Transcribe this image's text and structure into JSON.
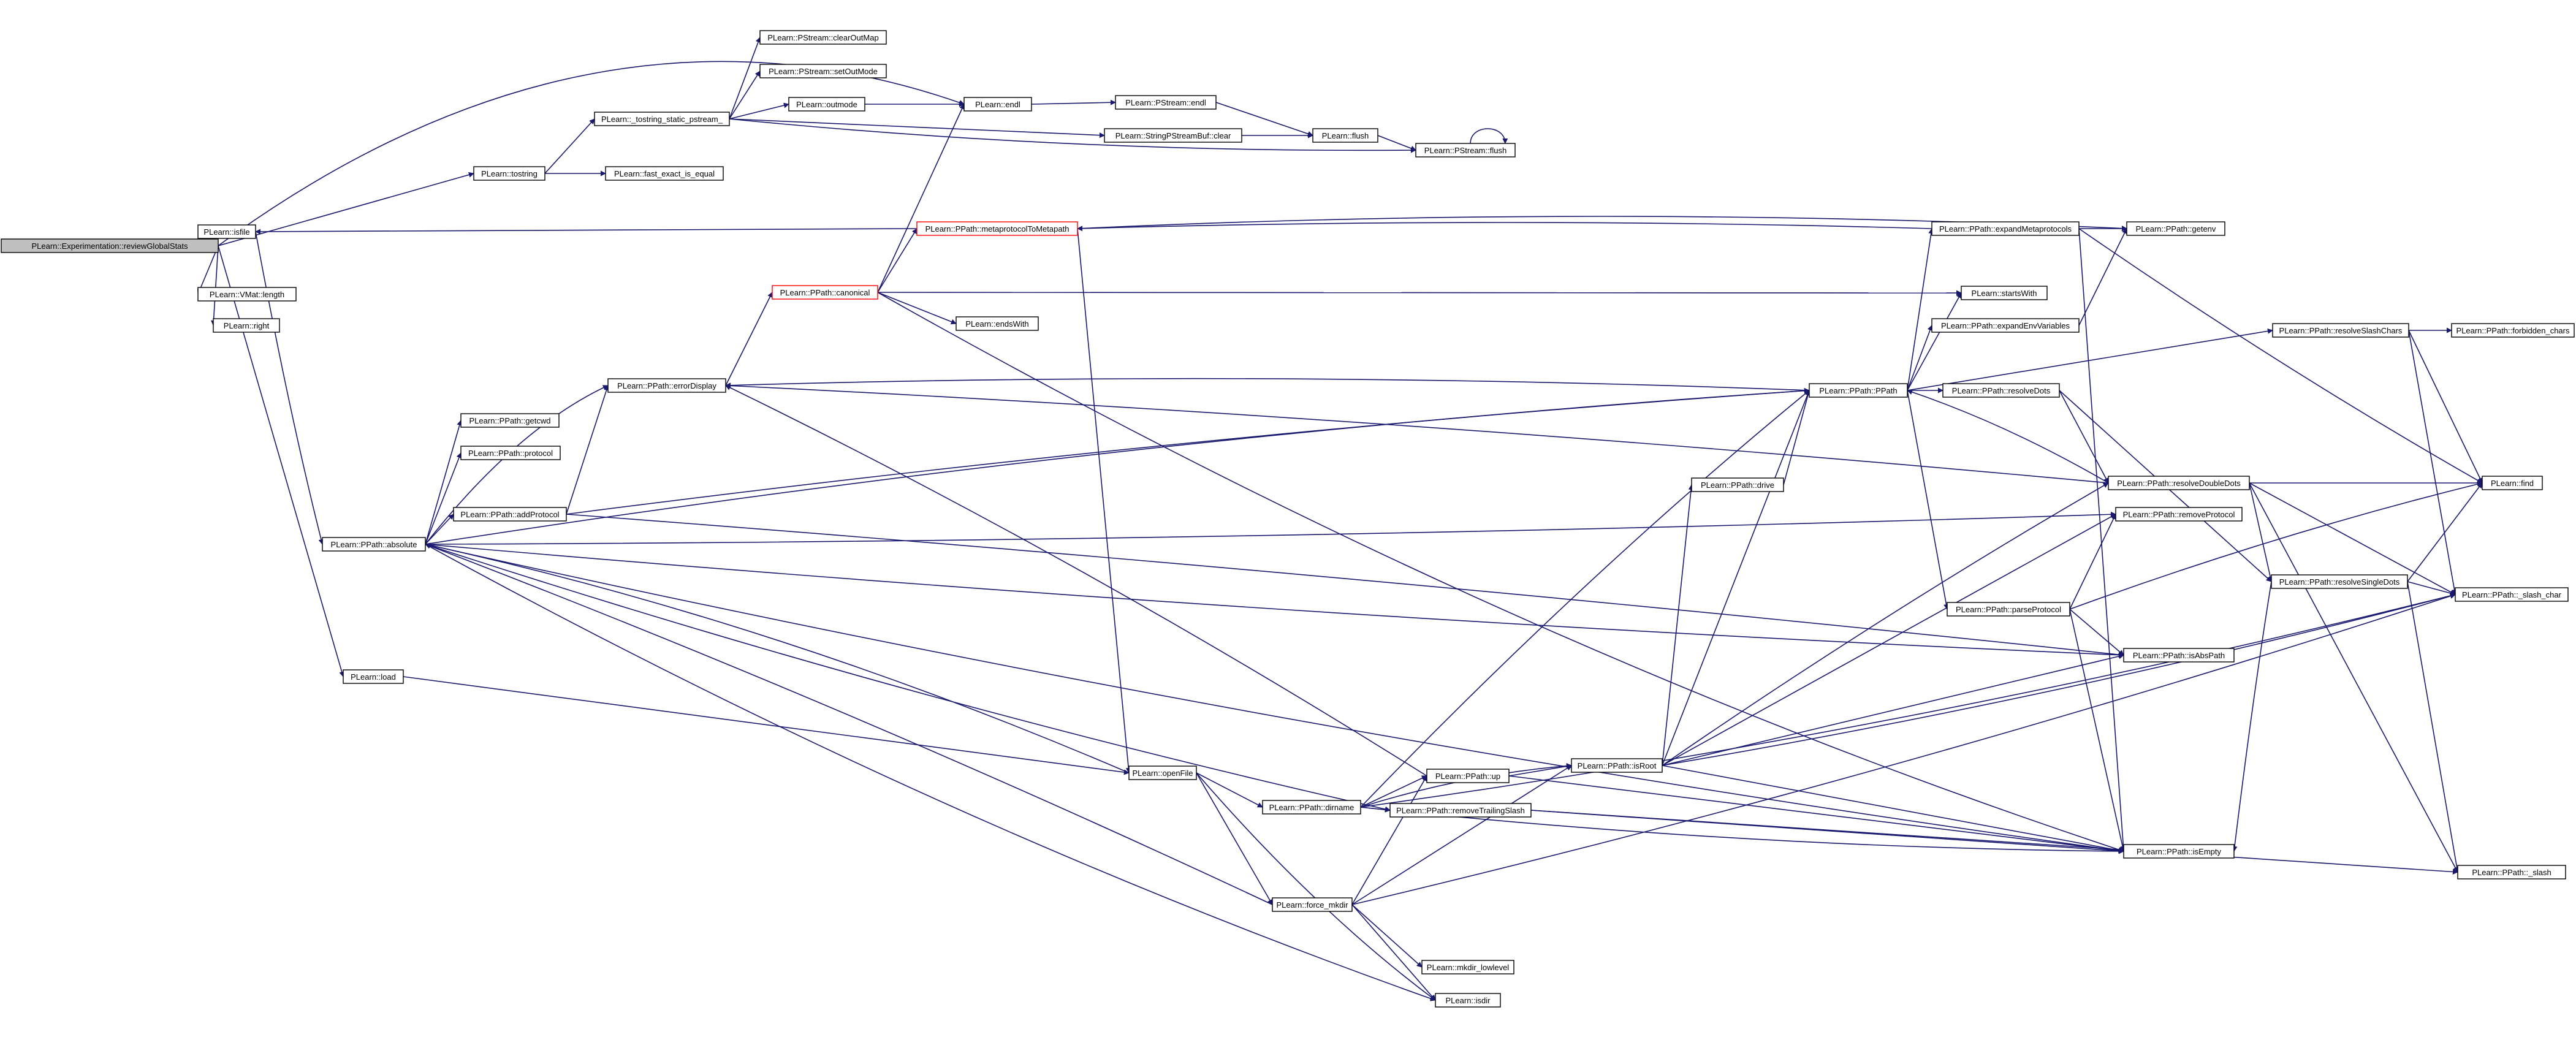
{
  "colors": {
    "edge": "#191970",
    "node_border": "#000000",
    "node_fill": "#ffffff",
    "root_fill": "#bfbfbf",
    "truncated_border": "#ff0000",
    "text": "#000000"
  },
  "nodes": [
    {
      "id": "reviewGlobalStats",
      "label": "PLearn::Experimentation::reviewGlobalStats",
      "root": true
    },
    {
      "id": "isfile",
      "label": "PLearn::isfile"
    },
    {
      "id": "vmat_length",
      "label": "PLearn::VMat::length"
    },
    {
      "id": "right",
      "label": "PLearn::right"
    },
    {
      "id": "load",
      "label": "PLearn::load"
    },
    {
      "id": "tostring",
      "label": "PLearn::tostring"
    },
    {
      "id": "tostring_static",
      "label": "PLearn::_tostring_static_pstream_"
    },
    {
      "id": "clearOutMap",
      "label": "PLearn::PStream::clearOutMap"
    },
    {
      "id": "setOutMode",
      "label": "PLearn::PStream::setOutMode"
    },
    {
      "id": "outmode",
      "label": "PLearn::outmode"
    },
    {
      "id": "fast_exact",
      "label": "PLearn::fast_exact_is_equal"
    },
    {
      "id": "endl",
      "label": "PLearn::endl"
    },
    {
      "id": "pstream_endl",
      "label": "PLearn::PStream::endl"
    },
    {
      "id": "spsb_clear",
      "label": "PLearn::StringPStreamBuf::clear"
    },
    {
      "id": "flush",
      "label": "PLearn::flush"
    },
    {
      "id": "pstream_flush",
      "label": "PLearn::PStream::flush"
    },
    {
      "id": "metaprotocol",
      "label": "PLearn::PPath::metaprotocolToMetapath",
      "truncated": true
    },
    {
      "id": "canonical",
      "label": "PLearn::PPath::canonical",
      "truncated": true
    },
    {
      "id": "endsWith",
      "label": "PLearn::endsWith"
    },
    {
      "id": "errorDisplay",
      "label": "PLearn::PPath::errorDisplay"
    },
    {
      "id": "getcwd",
      "label": "PLearn::PPath::getcwd"
    },
    {
      "id": "protocol",
      "label": "PLearn::PPath::protocol"
    },
    {
      "id": "addProtocol",
      "label": "PLearn::PPath::addProtocol"
    },
    {
      "id": "absolute",
      "label": "PLearn::PPath::absolute"
    },
    {
      "id": "expandMeta",
      "label": "PLearn::PPath::expandMetaprotocols"
    },
    {
      "id": "getenv",
      "label": "PLearn::PPath::getenv"
    },
    {
      "id": "startsWith",
      "label": "PLearn::startsWith"
    },
    {
      "id": "expandEnv",
      "label": "PLearn::PPath::expandEnvVariables"
    },
    {
      "id": "ppath",
      "label": "PLearn::PPath::PPath"
    },
    {
      "id": "resolveSlash",
      "label": "PLearn::PPath::resolveSlashChars"
    },
    {
      "id": "forbidden",
      "label": "PLearn::PPath::forbidden_chars"
    },
    {
      "id": "resolveDots",
      "label": "PLearn::PPath::resolveDots"
    },
    {
      "id": "resolveDouble",
      "label": "PLearn::PPath::resolveDoubleDots"
    },
    {
      "id": "find",
      "label": "PLearn::find"
    },
    {
      "id": "drive",
      "label": "PLearn::PPath::drive"
    },
    {
      "id": "removeProtocol",
      "label": "PLearn::PPath::removeProtocol"
    },
    {
      "id": "resolveSingle",
      "label": "PLearn::PPath::resolveSingleDots"
    },
    {
      "id": "slash_char",
      "label": "PLearn::PPath::_slash_char"
    },
    {
      "id": "parseProtocol",
      "label": "PLearn::PPath::parseProtocol"
    },
    {
      "id": "isAbsPath",
      "label": "PLearn::PPath::isAbsPath"
    },
    {
      "id": "openFile",
      "label": "PLearn::openFile"
    },
    {
      "id": "up",
      "label": "PLearn::PPath::up"
    },
    {
      "id": "isRoot",
      "label": "PLearn::PPath::isRoot"
    },
    {
      "id": "dirname",
      "label": "PLearn::PPath::dirname"
    },
    {
      "id": "removeTrailing",
      "label": "PLearn::PPath::removeTrailingSlash"
    },
    {
      "id": "isEmpty",
      "label": "PLearn::PPath::isEmpty"
    },
    {
      "id": "slash",
      "label": "PLearn::PPath::_slash"
    },
    {
      "id": "force_mkdir",
      "label": "PLearn::force_mkdir"
    },
    {
      "id": "mkdir_lowlevel",
      "label": "PLearn::mkdir_lowlevel"
    },
    {
      "id": "isdir",
      "label": "PLearn::isdir"
    }
  ]
}
